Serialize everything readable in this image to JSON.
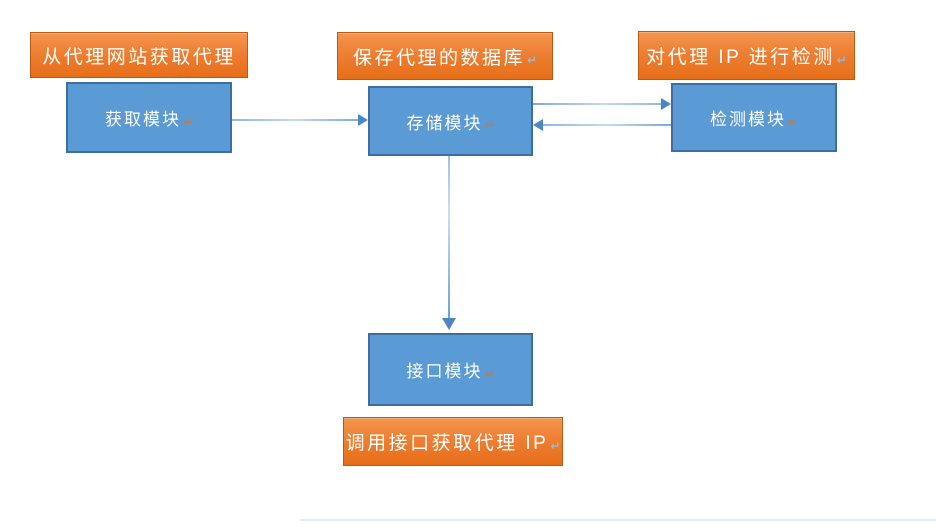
{
  "diagram": {
    "type": "flowchart",
    "title": "",
    "nodes": {
      "acquire_caption": {
        "label": "从代理网站获取代理"
      },
      "acquire_module": {
        "label": "获取模块",
        "mark": "↵"
      },
      "storage_caption": {
        "label": "保存代理的数据库",
        "mark": "↵"
      },
      "storage_module": {
        "label": "存储模块",
        "mark": "↵"
      },
      "check_caption": {
        "label": "对代理 IP 进行检测",
        "mark": "↵"
      },
      "check_module": {
        "label": "检测模块",
        "mark": "↵"
      },
      "api_module": {
        "label": "接口模块",
        "mark": "↵"
      },
      "api_caption": {
        "label": "调用接口获取代理 IP",
        "mark": "↵"
      }
    },
    "connections": [
      {
        "from": "获取模块",
        "to": "存储模块",
        "direction": "right"
      },
      {
        "from": "存储模块",
        "to": "检测模块",
        "direction": "right"
      },
      {
        "from": "检测模块",
        "to": "存储模块",
        "direction": "left"
      },
      {
        "from": "存储模块",
        "to": "接口模块",
        "direction": "down"
      }
    ],
    "colors": {
      "orange_fill": "#ED7D31",
      "orange_border": "#BC5A11",
      "blue_fill": "#5B9BD5",
      "blue_border": "#3D6E9E",
      "arrow_head": "#4A86C8",
      "arrow_line": "#9FC1E5",
      "text": "#FFFFFF"
    }
  }
}
